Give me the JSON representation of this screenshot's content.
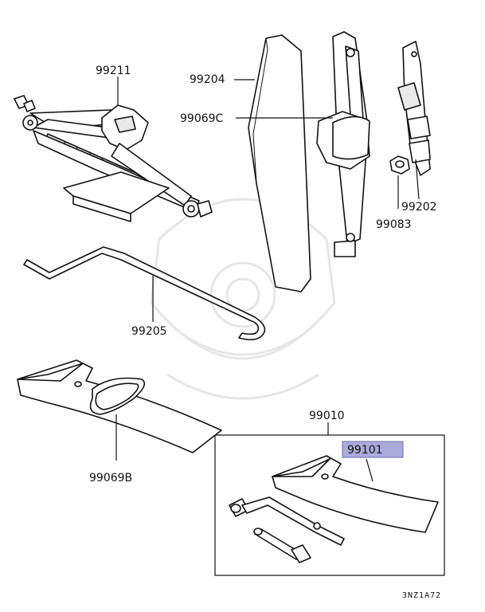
{
  "labels": {
    "jack": "99211",
    "jack_handle": "99205",
    "jack_bag": "99069B",
    "jack_cover": "99204",
    "jack_band": "99069C",
    "bracket": "99202",
    "nut": "99083",
    "tool_kit": "99010",
    "tool_bag": "99101"
  },
  "reference_code": "3NZ1A72",
  "colors": {
    "highlight_fill": "#a9abd8",
    "highlight_stroke": "#6c6fb0",
    "line": "#111111"
  }
}
